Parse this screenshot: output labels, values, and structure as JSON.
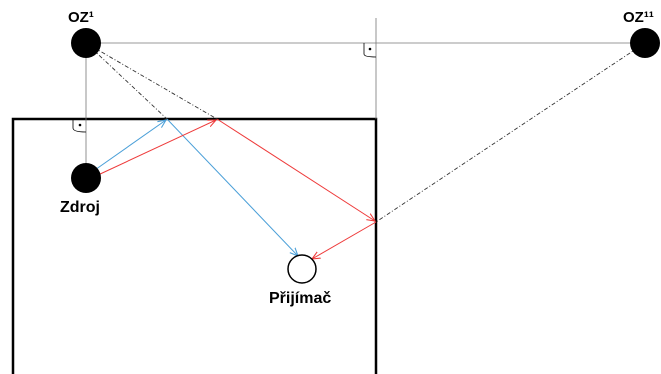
{
  "labels": {
    "image_source_1": "OZ¹",
    "image_source_11": "OZ¹¹",
    "source": "Zdroj",
    "receiver": "Přijímač"
  },
  "colors": {
    "wall": "#000000",
    "blue_ray": "#4a9fd8",
    "red_ray": "#ee3a3a",
    "construction_line": "#555555",
    "source_fill": "#000000",
    "receiver_fill": "#ffffff"
  }
}
